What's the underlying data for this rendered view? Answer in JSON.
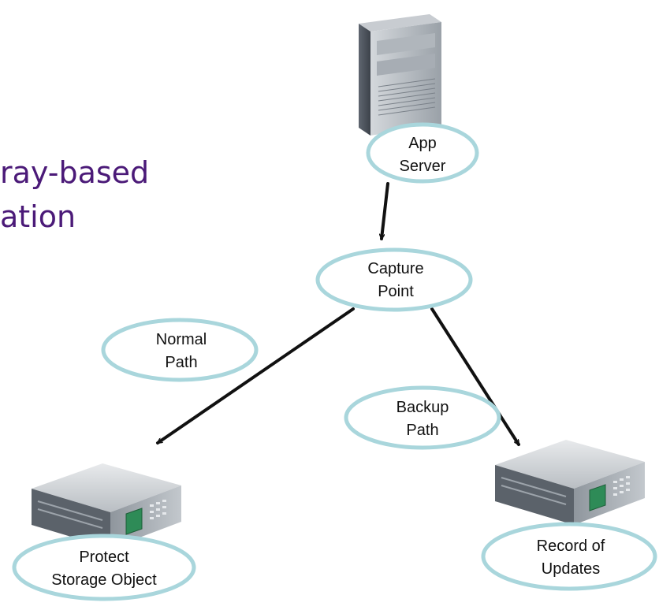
{
  "title": {
    "line1": "ray-based",
    "line2": "ation"
  },
  "nodes": {
    "app_server": {
      "line1": "App",
      "line2": "Server"
    },
    "capture_point": {
      "line1": "Capture",
      "line2": "Point"
    },
    "normal_path": {
      "line1": "Normal",
      "line2": "Path"
    },
    "backup_path": {
      "line1": "Backup",
      "line2": "Path"
    },
    "protect_storage": {
      "line1": "Protect",
      "line2": "Storage Object"
    },
    "record_updates": {
      "line1": "Record of",
      "line2": "Updates"
    }
  },
  "colors": {
    "title": "#4b1a78",
    "ellipse_stroke": "#a9d6dc",
    "arrow": "#111111"
  },
  "icons": [
    "tower-server-icon",
    "storage-array-icon"
  ]
}
